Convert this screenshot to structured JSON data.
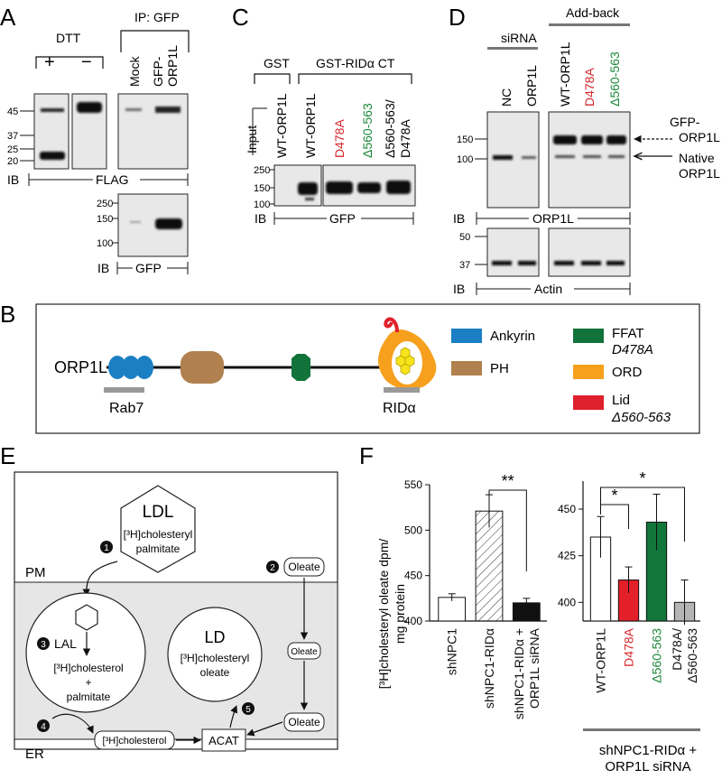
{
  "panelA": {
    "letter": "A",
    "dtt": "DTT",
    "plus": "+",
    "minus": "−",
    "ip": "IP: GFP",
    "mock": "Mock",
    "gfp_line1": "GFP-",
    "gfp_line2": "ORP1L",
    "mw_flag": [
      "45",
      "37",
      "25",
      "20"
    ],
    "mw_gfp": [
      "250",
      "150",
      "100"
    ],
    "ib": "IB",
    "flag": "FLAG",
    "gfp": "GFP"
  },
  "panelC": {
    "letter": "C",
    "gst": "GST",
    "gst_rid": "GST-RIDα CT",
    "input": "Input",
    "lanes": [
      "WT-ORP1L",
      "WT-ORP1L",
      "D478A",
      "Δ560-563",
      "Δ560-563/",
      "D478A"
    ],
    "mw": [
      "250",
      "150",
      "100"
    ],
    "ib": "IB",
    "gfp": "GFP"
  },
  "panelD": {
    "letter": "D",
    "sirna": "siRNA",
    "addback": "Add-back",
    "lanes": [
      "NC",
      "ORP1L",
      "WT-ORP1L",
      "D478A",
      "Δ560-563"
    ],
    "mw_top": [
      "150",
      "100"
    ],
    "mw_bottom": [
      "50",
      "37"
    ],
    "gfp_label_1": "GFP-",
    "gfp_label_2": "ORP1L",
    "native_1": "Native",
    "native_2": "ORP1L",
    "ib": "IB",
    "orp1l": "ORP1L",
    "actin": "Actin"
  },
  "panelB": {
    "letter": "B",
    "protein": "ORP1L",
    "rab7": "Rab7",
    "rid": "RIDα",
    "legend": {
      "ankyrin": "Ankyrin",
      "ph": "PH",
      "ffat": "FFAT",
      "ffat_mut": "D478A",
      "ord": "ORD",
      "lid": "Lid",
      "lid_mut": "Δ560-563"
    }
  },
  "panelE": {
    "letter": "E",
    "ldl": "LDL",
    "ldl_sub1": "[³H]cholesteryl",
    "ldl_sub2": "palmitate",
    "pm": "PM",
    "er": "ER",
    "oleate": "Oleate",
    "lal": "LAL",
    "lal_p1": "[³H]cholesterol",
    "lal_p2": "+",
    "lal_p3": "palmitate",
    "ld": "LD",
    "ld_sub1": "[³H]cholesteryl",
    "ld_sub2": "oleate",
    "cholesterol": "[³H]cholesterol",
    "acat": "ACAT",
    "steps": [
      "1",
      "2",
      "3",
      "4",
      "5"
    ]
  },
  "panelF": {
    "letter": "F",
    "ylabel_1": "[³H]cholesteryl oleate dpm/",
    "ylabel_2": "mg protein",
    "sig_left": "**",
    "sig_right_1": "*",
    "sig_right_2": "*",
    "bottom_label_1": "shNPC1-RIDα +",
    "bottom_label_2": "ORP1L siRNA"
  },
  "chart_data": [
    {
      "type": "bar",
      "categories": [
        "shNPC1",
        "shNPC1-RIDα",
        "shNPC1-RIDα + ORP1L siRNA"
      ],
      "values": [
        426,
        521,
        420
      ],
      "errors": [
        4,
        18,
        5
      ],
      "ylabel": "[³H]cholesteryl oleate dpm/mg protein",
      "ylim": [
        400,
        550
      ],
      "yticks": [
        400,
        450,
        500,
        550
      ],
      "fills": [
        "#ffffff",
        "hatch",
        "#111111"
      ]
    },
    {
      "type": "bar",
      "categories": [
        "WT-ORP1L",
        "D478A",
        "Δ560-563",
        "D478A/Δ560-563"
      ],
      "values": [
        435,
        412,
        443,
        400
      ],
      "errors": [
        11,
        7,
        15,
        12
      ],
      "ylim": [
        390,
        465
      ],
      "yticks": [
        400,
        425,
        450
      ],
      "fills": [
        "#ffffff",
        "#e3202a",
        "#11763a",
        "#b5b5b5"
      ]
    }
  ],
  "colors": {
    "red": "#d6262b",
    "green": "#1d8a3c",
    "blue": "#1b7fc3",
    "brown": "#b0804f",
    "dark_green": "#12733a",
    "orange": "#f6a01d",
    "lid_red": "#e0202c",
    "yellow": "#f7e31a",
    "gray": "#999999",
    "blot": "#e6e6e6"
  }
}
